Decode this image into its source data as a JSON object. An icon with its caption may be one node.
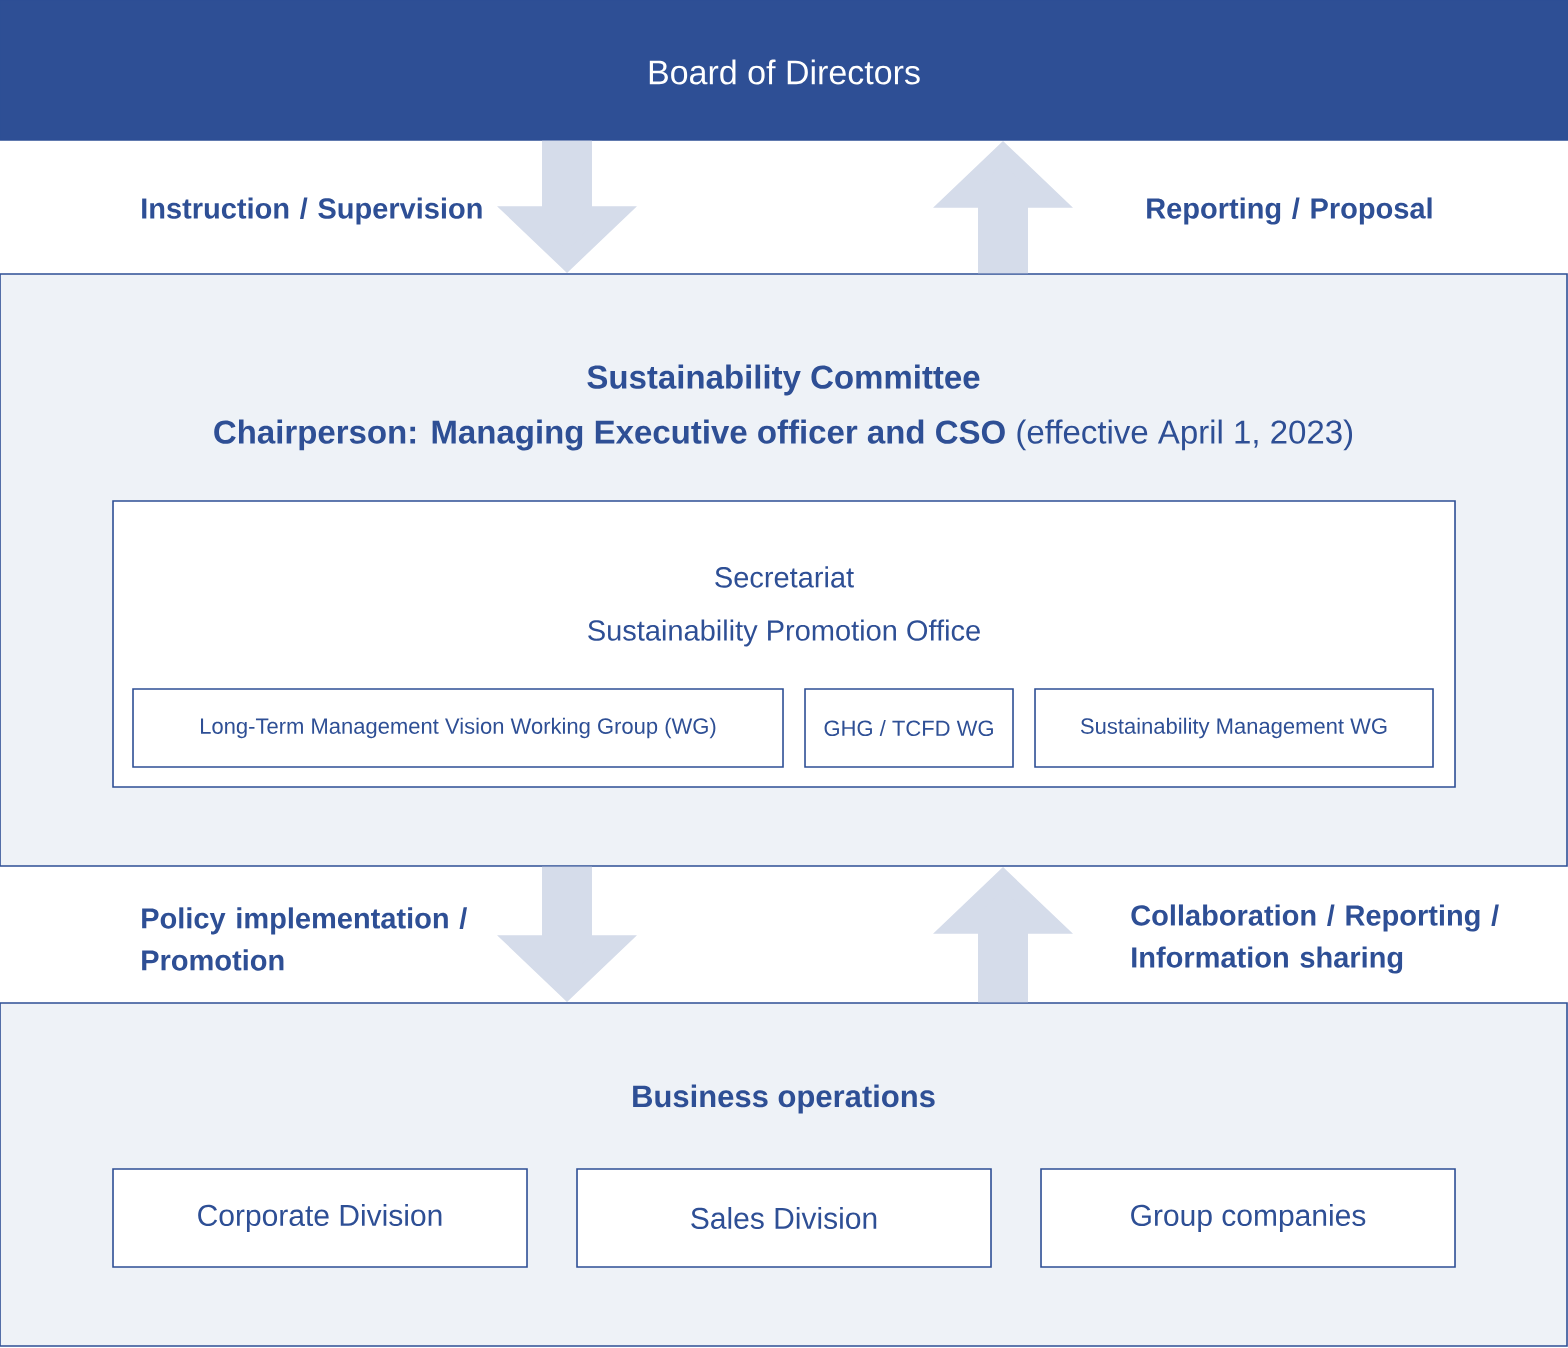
{
  "diagram": {
    "nodes": [
      {
        "text": [
          "Board of Directors"
        ]
      },
      {
        "text": [
          "Sustainability Committee",
          "**Chairperson: Managing Executive officer and CSO** (effective April 1, 2023)"
        ]
      },
      {
        "text": [
          "Secretariat",
          "Sustainability Promotion Office"
        ],
        "in": 1
      },
      {
        "text": [
          "Long-Term Management Vision Working Group (WG)"
        ],
        "in": 2
      },
      {
        "text": [
          "GHG / TCFD WG"
        ],
        "in": 2
      },
      {
        "text": [
          "Sustainability Management WG"
        ],
        "in": 2
      },
      {
        "text": [
          "Business operations"
        ]
      },
      {
        "text": [
          "Corporate Division"
        ],
        "in": 6
      },
      {
        "text": [
          "Sales Division"
        ],
        "in": 6
      },
      {
        "text": [
          "Group companies"
        ],
        "in": 6
      }
    ],
    "edges": [
      {
        "from": 0,
        "to": 1,
        "arrow": "to",
        "label": "Instruction / Supervision"
      },
      {
        "from": 1,
        "to": 0,
        "arrow": "to",
        "label": "Reporting / Proposal"
      },
      {
        "from": 1,
        "to": 6,
        "arrow": "to",
        "label": "Policy implementation / Promotion"
      },
      {
        "from": 6,
        "to": 1,
        "arrow": "to",
        "label": "Collaboration / Reporting / Information sharing"
      }
    ]
  }
}
